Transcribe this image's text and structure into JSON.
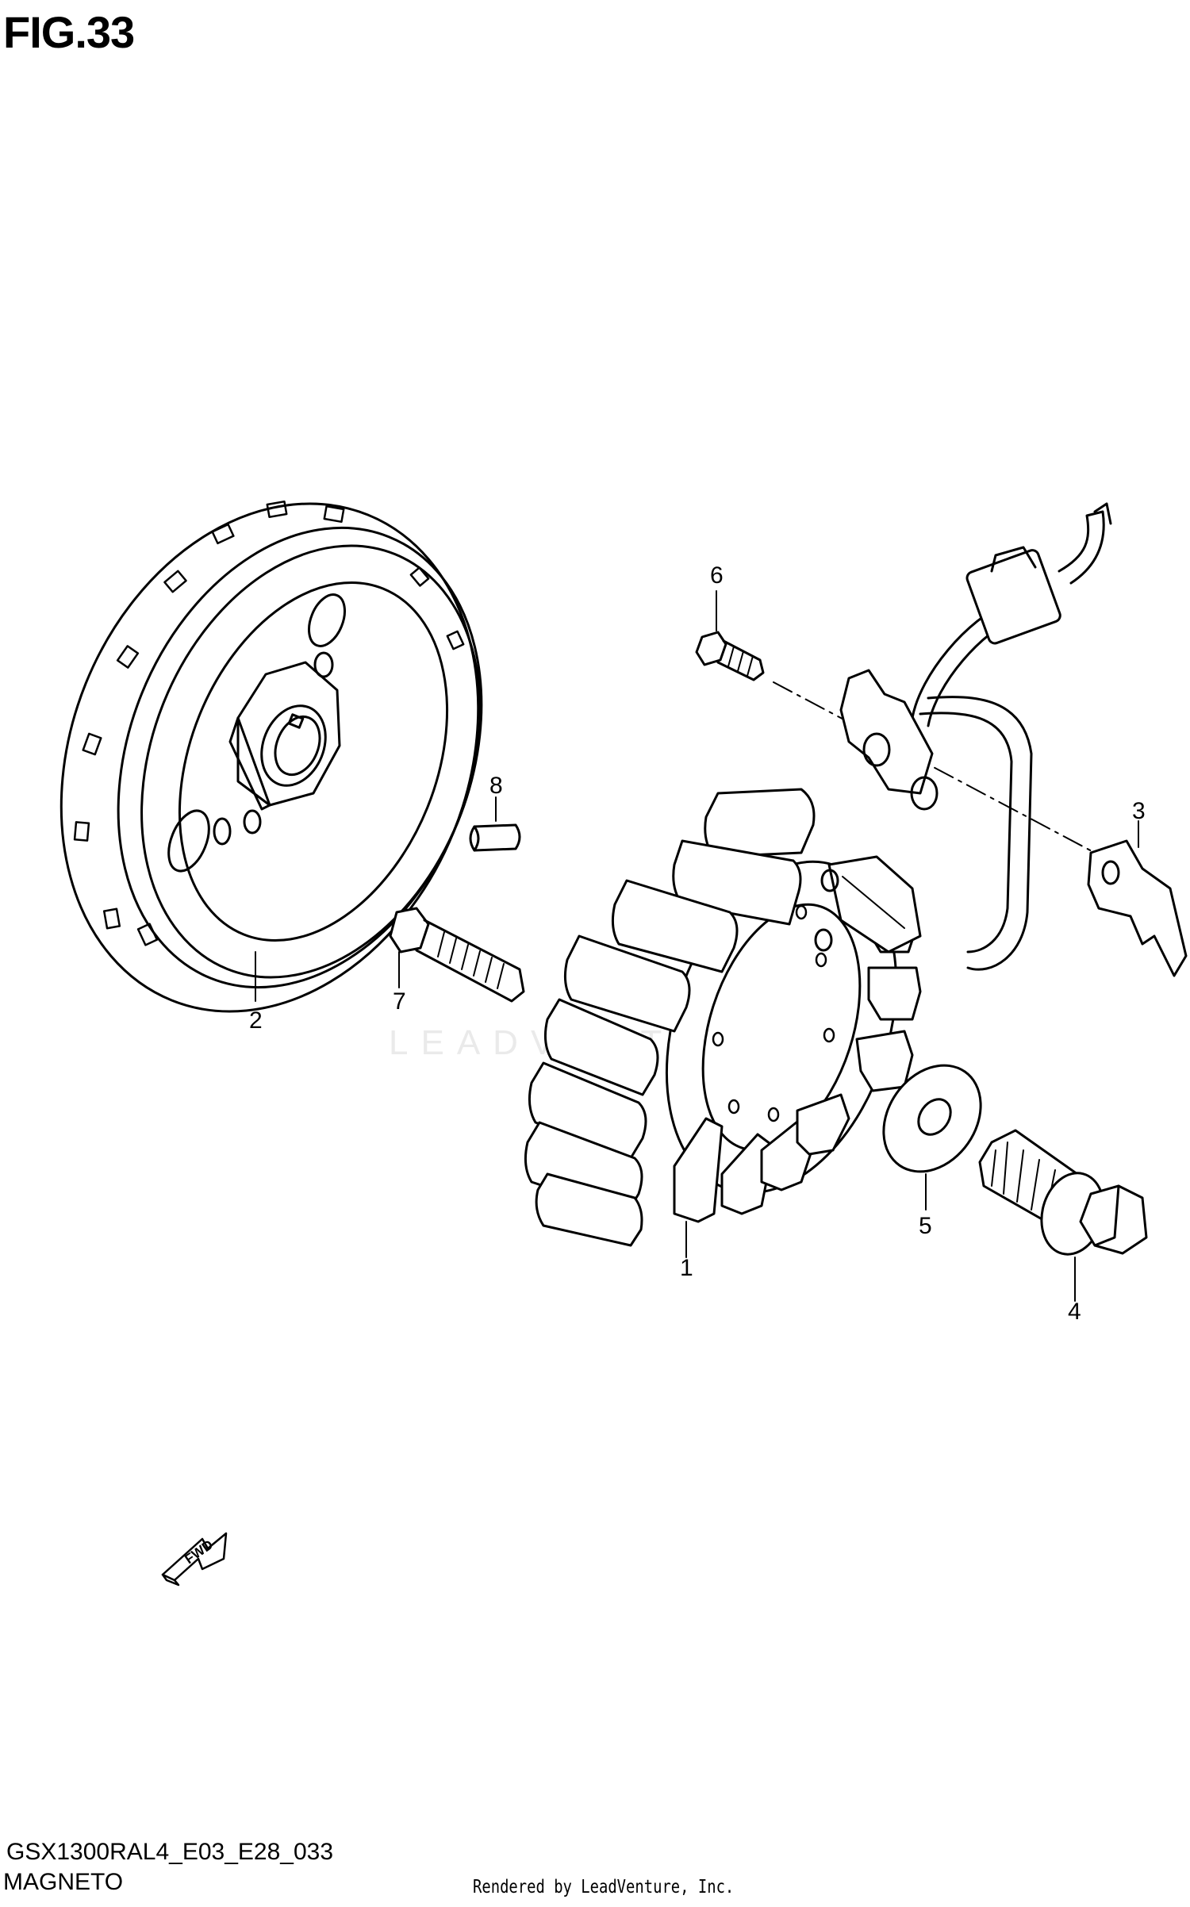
{
  "figure": {
    "title": "FIG.33"
  },
  "footer": {
    "model_code": "GSX1300RAL4_E03_E28_033",
    "section_name": "MAGNETO",
    "credit": "Rendered by LeadVenture, Inc."
  },
  "watermark": {
    "text": "LEADVENTURE"
  },
  "direction_arrow": {
    "label": "FWD"
  },
  "callouts": [
    {
      "id": "1",
      "part": "stator"
    },
    {
      "id": "2",
      "part": "rotor"
    },
    {
      "id": "3",
      "part": "clamp"
    },
    {
      "id": "4",
      "part": "bolt"
    },
    {
      "id": "5",
      "part": "washer"
    },
    {
      "id": "6",
      "part": "screw"
    },
    {
      "id": "7",
      "part": "bolt"
    },
    {
      "id": "8",
      "part": "key"
    }
  ]
}
